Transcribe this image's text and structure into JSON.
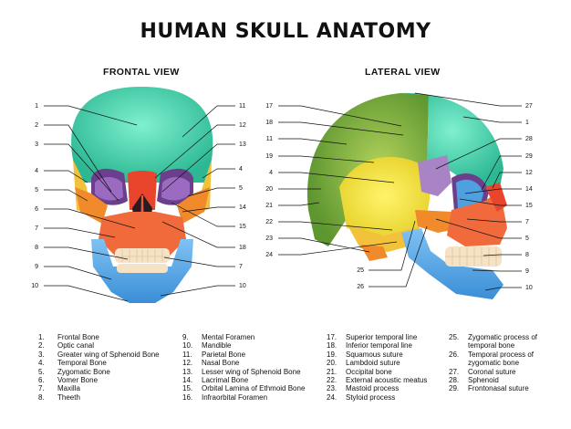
{
  "title": "HUMAN SKULL ANATOMY",
  "views": {
    "frontal": "FRONTAL VIEW",
    "lateral": "LATERAL VIEW"
  },
  "frontal_callouts": {
    "left": [
      "1",
      "2",
      "3",
      "4",
      "5",
      "6",
      "7",
      "8",
      "9",
      "10"
    ],
    "right": [
      "11",
      "12",
      "13",
      "4",
      "5",
      "14",
      "15",
      "18",
      "7",
      "10"
    ]
  },
  "lateral_callouts": {
    "left": [
      "17",
      "18",
      "11",
      "19",
      "4",
      "20",
      "21",
      "22",
      "23",
      "24"
    ],
    "right": [
      "27",
      "1",
      "28",
      "29",
      "12",
      "14",
      "15",
      "7",
      "5",
      "8",
      "9",
      "10"
    ],
    "bottom": [
      "25",
      "26"
    ]
  },
  "legend": [
    [
      {
        "num": "1.",
        "label": "Frontal Bone"
      },
      {
        "num": "2.",
        "label": "Optic canal"
      },
      {
        "num": "3.",
        "label": "Greater wing of Sphenoid Bone"
      },
      {
        "num": "4.",
        "label": "Temporal Bone"
      },
      {
        "num": "5.",
        "label": "Zygomatic Bone"
      },
      {
        "num": "6.",
        "label": "Vomer Bone"
      },
      {
        "num": "7.",
        "label": "Maxilla"
      },
      {
        "num": "8.",
        "label": "Theeth"
      }
    ],
    [
      {
        "num": "9.",
        "label": "Mental Foramen"
      },
      {
        "num": "10.",
        "label": "Mandible"
      },
      {
        "num": "11.",
        "label": "Parietal Bone"
      },
      {
        "num": "12.",
        "label": "Nasal Bone"
      },
      {
        "num": "13.",
        "label": "Lesser wing of Sphenoid Bone"
      },
      {
        "num": "14.",
        "label": "Lacrimal Bone"
      },
      {
        "num": "15.",
        "label": "Orbital Lamina of Ethmoid Bone"
      },
      {
        "num": "16.",
        "label": "Infraorbital Foramen"
      }
    ],
    [
      {
        "num": "17.",
        "label": "Superior temporal line"
      },
      {
        "num": "18.",
        "label": "Inferior temporal line"
      },
      {
        "num": "19.",
        "label": "Squamous suture"
      },
      {
        "num": "20.",
        "label": "Lambdoid suture"
      },
      {
        "num": "21.",
        "label": "Occipital bone"
      },
      {
        "num": "22.",
        "label": "External acoustic meatus"
      },
      {
        "num": "23.",
        "label": "Mastoid process"
      },
      {
        "num": "24.",
        "label": "Styloid process"
      }
    ],
    [
      {
        "num": "25.",
        "label": "Zygomatic process of temporal bone"
      },
      {
        "num": "26.",
        "label": "Temporal process of zygomatic bone"
      },
      {
        "num": "27.",
        "label": "Coronal suture"
      },
      {
        "num": "28.",
        "label": "Sphenoid"
      },
      {
        "num": "29.",
        "label": "Frontonasal suture"
      }
    ]
  ],
  "colors": {
    "frontal_bone": "#4fd3b2",
    "parietal_bone": "#8bb544",
    "temporal_bone": "#f2c23a",
    "sphenoid": "#a884c6",
    "zygomatic": "#f08a2a",
    "maxilla": "#f06a3c",
    "nasal": "#e8452c",
    "mandible": "#4fa0e0",
    "teeth": "#f6e3c6",
    "squamous": "#f2e53a",
    "occipital": "#7db43a"
  }
}
